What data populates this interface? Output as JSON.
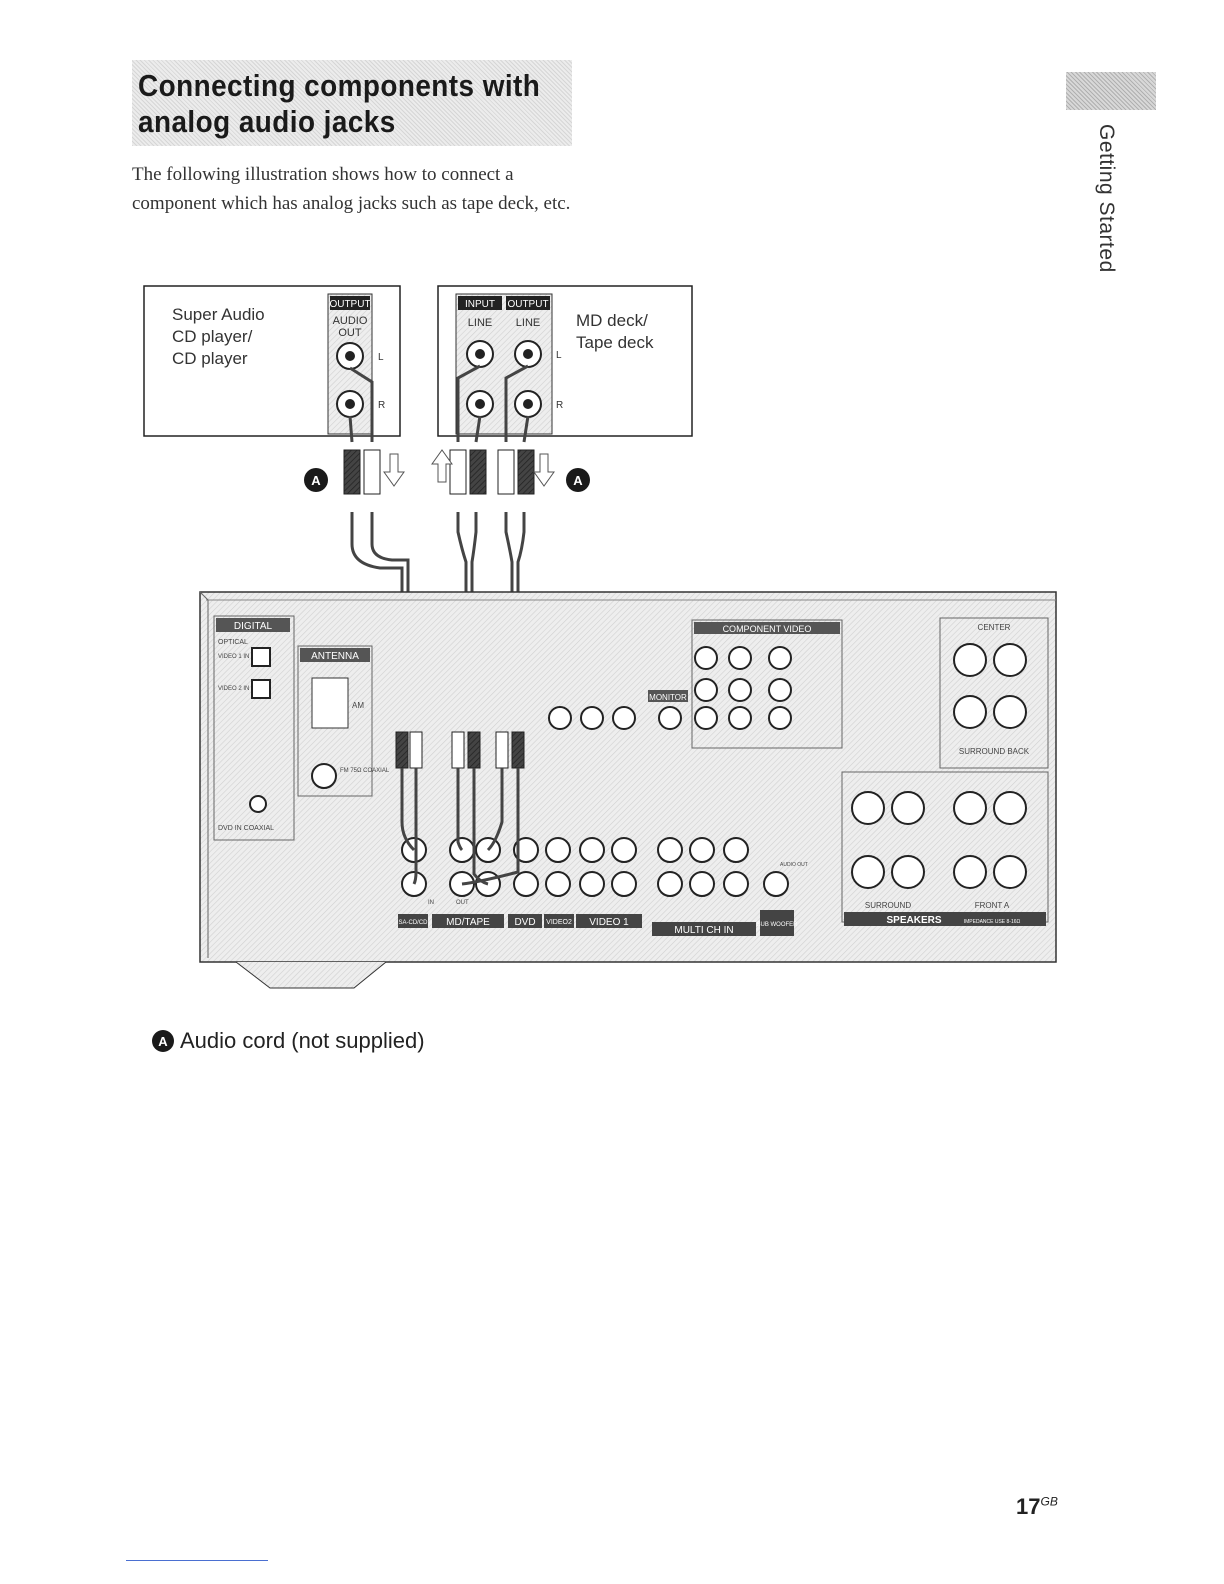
{
  "heading": {
    "line1": "Connecting components with",
    "line2": "analog audio jacks"
  },
  "intro": "The following illustration shows how to connect a component which has analog jacks such as tape deck, etc.",
  "side_tab": {
    "label": "Getting Started"
  },
  "diagram": {
    "cd_player": {
      "label_lines": [
        "Super Audio",
        "CD player/",
        "CD player"
      ],
      "output_tag": "OUTPUT",
      "jack_label_lines": [
        "AUDIO",
        "OUT"
      ],
      "ch_left": "L",
      "ch_right": "R"
    },
    "md_deck": {
      "label_lines": [
        "MD deck/",
        "Tape deck"
      ],
      "input_tag": "INPUT",
      "output_tag": "OUTPUT",
      "line_in": "LINE",
      "line_out": "LINE",
      "ch_left": "L",
      "ch_right": "R"
    },
    "cord_marker": "A",
    "receiver": {
      "digital": "DIGITAL",
      "optical": "OPTICAL",
      "video1_in": "VIDEO 1 IN",
      "video2_in": "VIDEO 2 IN",
      "antenna": "ANTENNA",
      "am": "AM",
      "fm": "FM 75Ω COAXIAL",
      "dvd_coaxial": "DVD IN COAXIAL",
      "component_video": "COMPONENT VIDEO",
      "monitor": "MONITOR",
      "center": "CENTER",
      "surround_back": "SURROUND BACK",
      "surround": "SURROUND",
      "front_a": "FRONT A",
      "speakers": "SPEAKERS",
      "impedance": "IMPEDANCE USE 8-16Ω",
      "sub_woofer_jack": "AUDIO OUT",
      "in": "IN",
      "out": "OUT",
      "bottom_labels": [
        "SA-CD/CD",
        "MD/TAPE",
        "DVD",
        "VIDEO2",
        "VIDEO 1",
        "MULTI CH IN",
        "SUB WOOFER"
      ]
    }
  },
  "caption": {
    "marker": "A",
    "text": "Audio cord (not supplied)"
  },
  "page_number": {
    "number": "17",
    "suffix": "GB"
  }
}
